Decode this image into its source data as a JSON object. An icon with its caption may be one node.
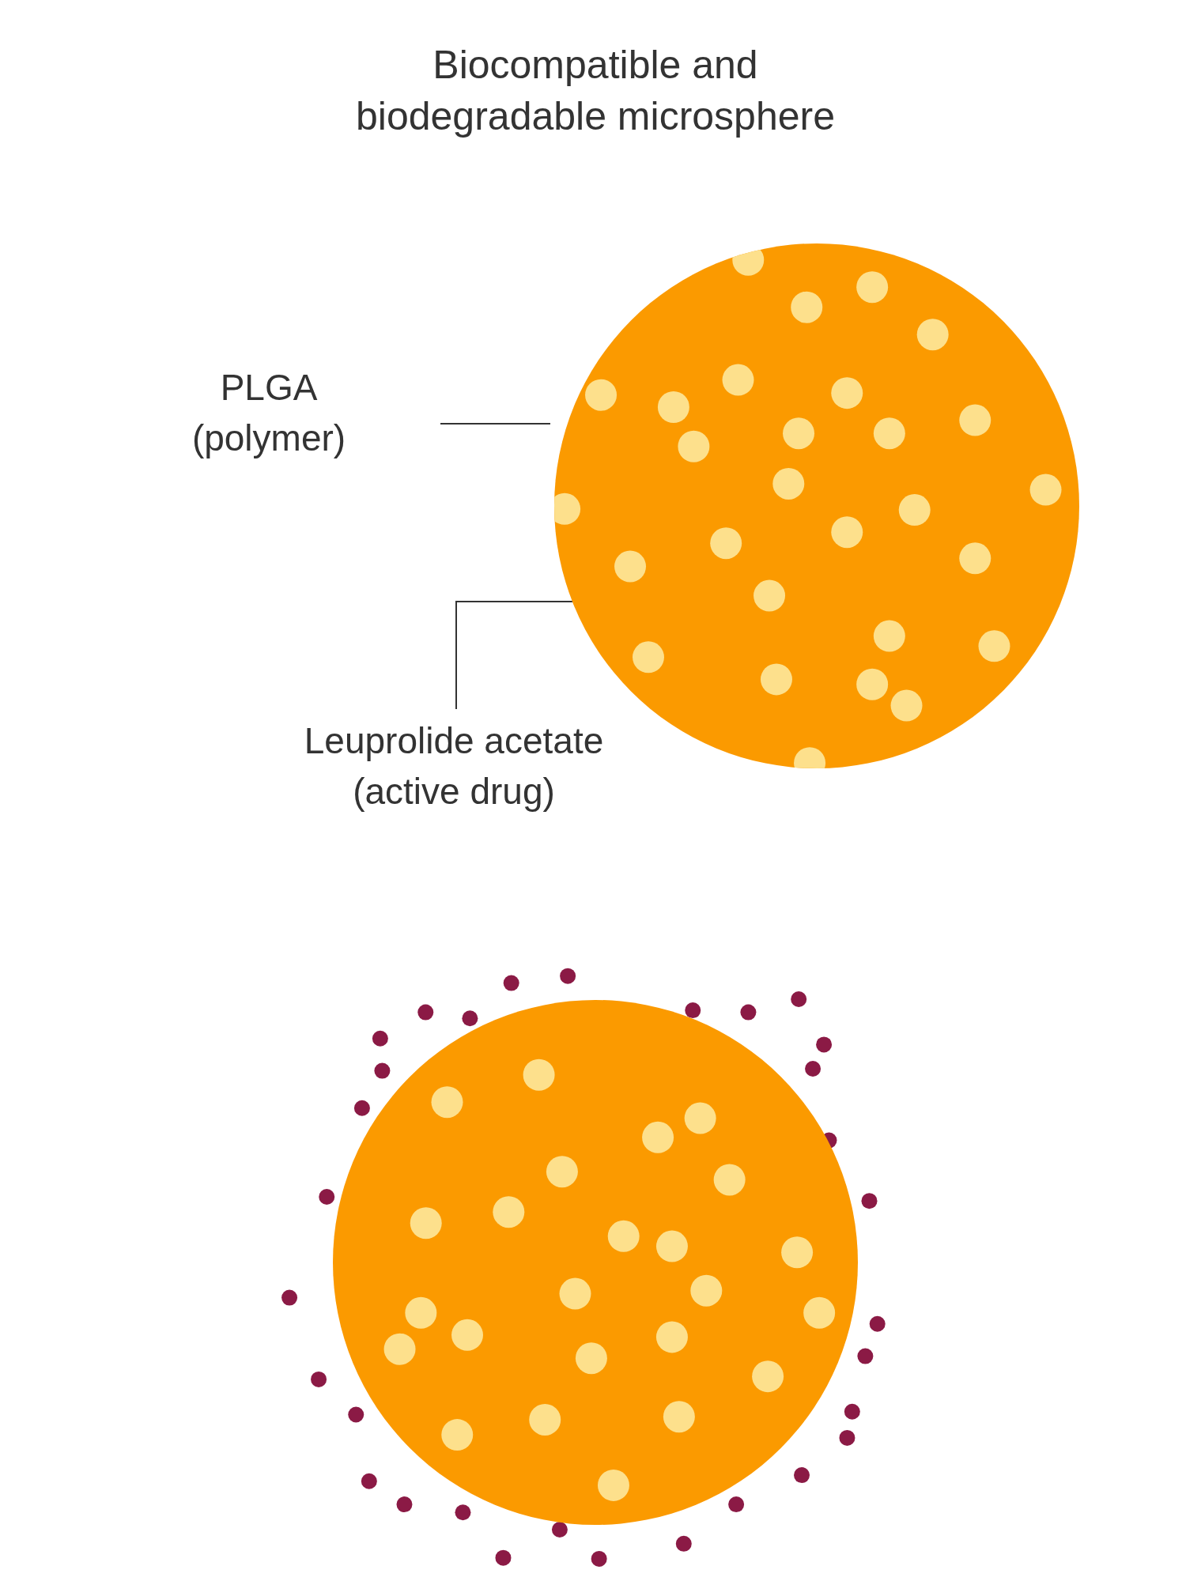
{
  "diagram": {
    "title": "Biocompatible and biodegradable microsphere",
    "nodes": [
      {
        "text": [
          "PLGA (polymer)"
        ]
      },
      {
        "text": [],
        "shape": "circle"
      },
      {
        "text": [
          "Leuprolide acetate (active drug)"
        ]
      },
      {
        "text": [],
        "shape": "circle"
      }
    ],
    "edges": [
      {
        "from": 0,
        "to": 1,
        "arrow": "none"
      },
      {
        "from": 2,
        "to": 1,
        "arrow": "none"
      }
    ]
  }
}
